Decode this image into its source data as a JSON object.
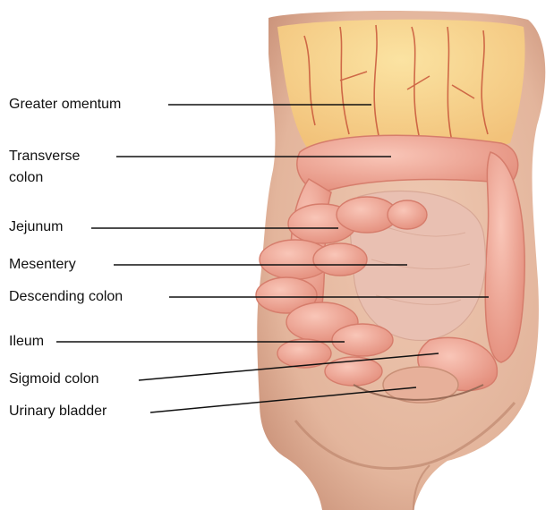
{
  "labels": {
    "greater_omentum": "Greater omentum",
    "transverse_colon_line1": "Transverse",
    "transverse_colon_line2": "colon",
    "jejunum": "Jejunum",
    "mesentery": "Mesentery",
    "descending_colon": "Descending colon",
    "ileum": "Ileum",
    "sigmoid_colon": "Sigmoid colon",
    "urinary_bladder": "Urinary bladder"
  },
  "colors": {
    "skin": "#e3b59c",
    "skin_shadow": "#c88f76",
    "omentum_yellow": "#f6d486",
    "vessel_red": "#c8563a",
    "intestine": "#f0a796",
    "intestine_dark": "#d67d6c",
    "mesentery": "#e9c0b2",
    "leader_line": "#111111"
  }
}
